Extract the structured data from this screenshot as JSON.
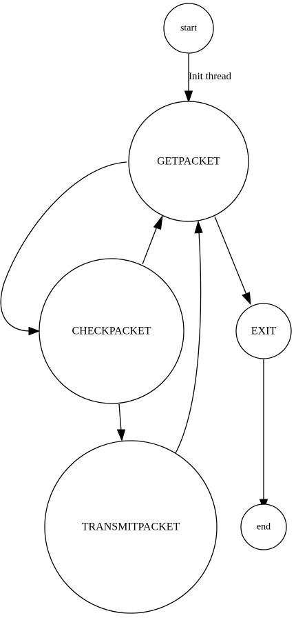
{
  "diagram": {
    "nodes": [
      {
        "id": "start",
        "label": "start"
      },
      {
        "id": "getpacket",
        "label": "GETPACKET"
      },
      {
        "id": "checkpacket",
        "label": "CHECKPACKET"
      },
      {
        "id": "transmitpacket",
        "label": "TRANSMITPACKET"
      },
      {
        "id": "exit",
        "label": "EXIT"
      },
      {
        "id": "end",
        "label": "end"
      }
    ],
    "edges": [
      {
        "from": "start",
        "to": "getpacket",
        "label": "Init thread"
      },
      {
        "from": "getpacket",
        "to": "checkpacket",
        "label": ""
      },
      {
        "from": "checkpacket",
        "to": "getpacket",
        "label": ""
      },
      {
        "from": "checkpacket",
        "to": "transmitpacket",
        "label": ""
      },
      {
        "from": "transmitpacket",
        "to": "getpacket",
        "label": ""
      },
      {
        "from": "getpacket",
        "to": "exit",
        "label": ""
      },
      {
        "from": "exit",
        "to": "end",
        "label": ""
      }
    ]
  }
}
